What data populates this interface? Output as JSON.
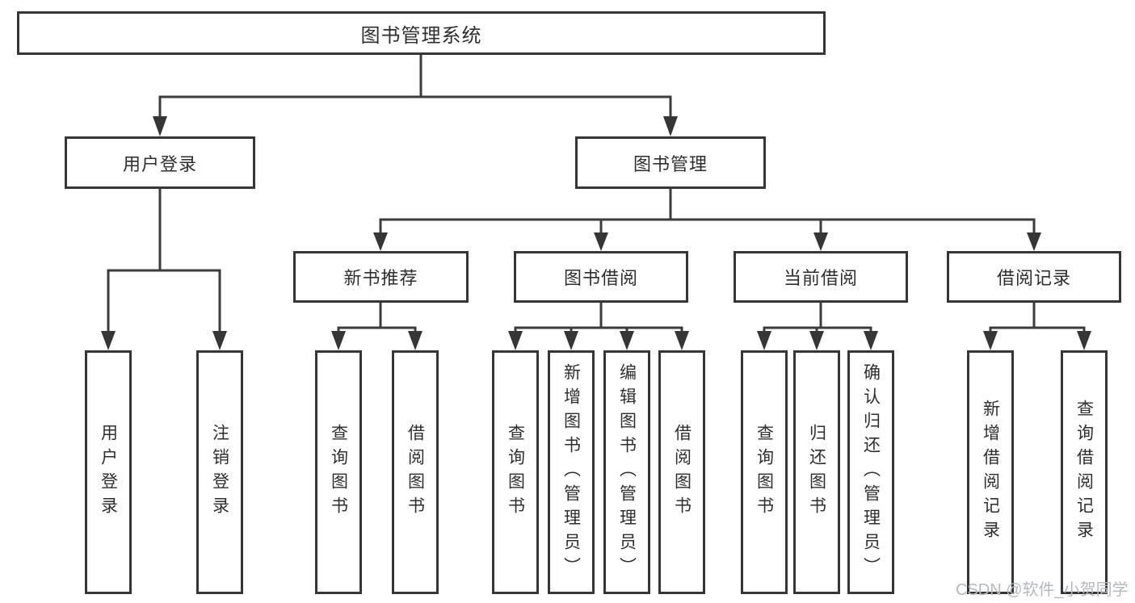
{
  "colors": {
    "line": "#3c3c3c",
    "box_border": "#363636",
    "text": "#2e2e2e",
    "watermark": "#b4b9c0",
    "background": "#ffffff"
  },
  "diagram": {
    "type": "hierarchy-tree",
    "root": {
      "label": "图书管理系统"
    },
    "branches": [
      {
        "label": "用户登录",
        "children": [
          {
            "label": "用户登录"
          },
          {
            "label": "注销登录"
          }
        ]
      },
      {
        "label": "图书管理",
        "children": [
          {
            "label": "新书推荐",
            "children": [
              {
                "label": "查询图书"
              },
              {
                "label": "借阅图书"
              }
            ]
          },
          {
            "label": "图书借阅",
            "children": [
              {
                "label": "查询图书"
              },
              {
                "label": "新增图书（管理员）"
              },
              {
                "label": "编辑图书（管理员）"
              },
              {
                "label": "借阅图书"
              }
            ]
          },
          {
            "label": "当前借阅",
            "children": [
              {
                "label": "查询图书"
              },
              {
                "label": "归还图书"
              },
              {
                "label": "确认归还（管理员）"
              }
            ]
          },
          {
            "label": "借阅记录",
            "children": [
              {
                "label": "新增借阅记录"
              },
              {
                "label": "查询借阅记录"
              }
            ]
          }
        ]
      }
    ]
  },
  "watermark": "CSDN @软件_小贺同学"
}
